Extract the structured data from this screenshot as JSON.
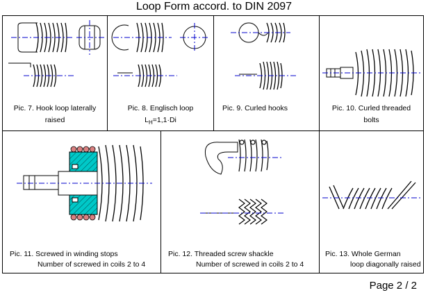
{
  "title": "Loop Form accord. to DIN 2097",
  "figures": [
    {
      "id": "7",
      "caption_line1": "Pic. 7. Hook loop laterally",
      "caption_line2": "raised"
    },
    {
      "id": "8",
      "caption_line1": "Pic. 8. Englisch loop",
      "caption_line2_pre": "L",
      "caption_line2_sub": "H",
      "caption_line2_post": "=1,1·Di"
    },
    {
      "id": "9",
      "caption_line1": "Pic. 9. Curled hooks"
    },
    {
      "id": "10",
      "caption_line1": "Pic. 10. Curled threaded",
      "caption_line2": "bolts"
    },
    {
      "id": "11",
      "caption_line1": "Pic. 11. Screwed in winding stops",
      "caption_line2": "Number of screwed in coils 2 to 4"
    },
    {
      "id": "12",
      "caption_line1": "Pic. 12. Threaded screw shackle",
      "caption_line2": "Number of screwed in coils 2 to 4"
    },
    {
      "id": "13",
      "caption_line1": "Pic. 13. Whole German",
      "caption_line2": "loop diagonally raised"
    }
  ],
  "footer": {
    "page_label": "Page 2 / 2"
  },
  "colors": {
    "line": "#000000",
    "centerline": "#0000cc",
    "hatch": "#00c8c8",
    "coil_section": "#d98080"
  }
}
